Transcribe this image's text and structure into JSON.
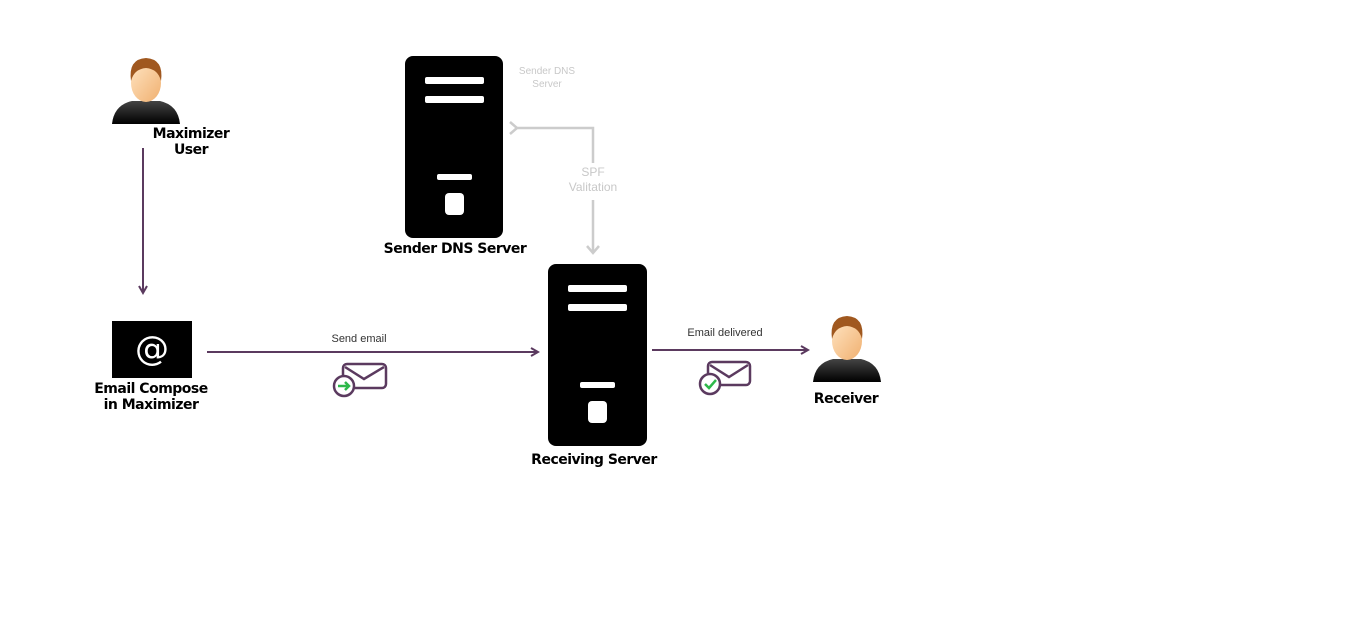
{
  "nodes": {
    "user": {
      "label_line1": "Maximizer",
      "label_line2": "User",
      "icon": "person-icon"
    },
    "compose": {
      "label_line1": "Email Compose",
      "label_line2": "in Maximizer",
      "symbol": "@",
      "icon": "at-sign-icon"
    },
    "sender_dns": {
      "label": "Sender DNS Server",
      "icon": "server-icon"
    },
    "receiving": {
      "label": "Receiving Server",
      "icon": "server-icon"
    },
    "receiver": {
      "label": "Receiver",
      "icon": "person-icon"
    }
  },
  "edges": {
    "send_email": {
      "label": "Send email",
      "icon": "envelope-arrow-icon"
    },
    "email_delivered": {
      "label": "Email delivered",
      "icon": "envelope-check-icon"
    },
    "spf": {
      "label_line1": "SPF",
      "label_line2": "Valitation"
    },
    "dns_target": {
      "label_line1": "Sender DNS",
      "label_line2": "Server"
    }
  },
  "colors": {
    "arrow": "#5b3a5f",
    "gray_arrow": "#cccccc",
    "green": "#2db84a"
  }
}
